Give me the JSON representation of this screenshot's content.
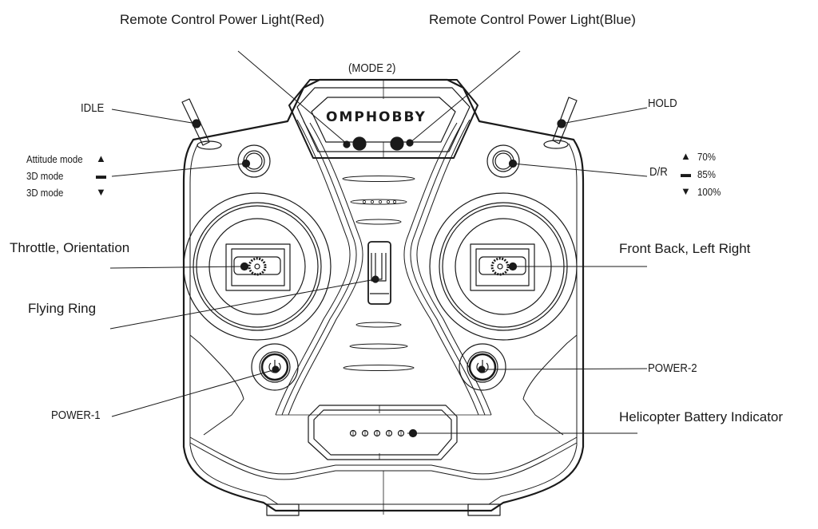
{
  "mode_label": "(MODE 2)",
  "brand": "OMPHOBBY",
  "labels": {
    "power_light_red": "Remote Control Power Light(Red)",
    "power_light_blue": "Remote Control Power Light(Blue)",
    "idle": "IDLE",
    "hold": "HOLD",
    "throttle": "Throttle, Orientation",
    "front_back": "Front Back, Left Right",
    "flying_ring": "Flying Ring",
    "power1": "POWER-1",
    "power2": "POWER-2",
    "battery_indicator": "Helicopter Battery Indicator",
    "dr": "D/R"
  },
  "flight_mode_switch": [
    {
      "symbol": "▲",
      "label": "Attitude mode"
    },
    {
      "symbol": "▬",
      "label": "3D mode"
    },
    {
      "symbol": "▼",
      "label": "3D mode"
    }
  ],
  "dual_rate_switch": [
    {
      "symbol": "▲",
      "label": "70%"
    },
    {
      "symbol": "▬",
      "label": "85%"
    },
    {
      "symbol": "▼",
      "label": "100%"
    }
  ],
  "battery_leds": {
    "count": 6,
    "lit_index": 5
  },
  "colors": {
    "line": "#1a1a1a",
    "background": "#ffffff"
  }
}
